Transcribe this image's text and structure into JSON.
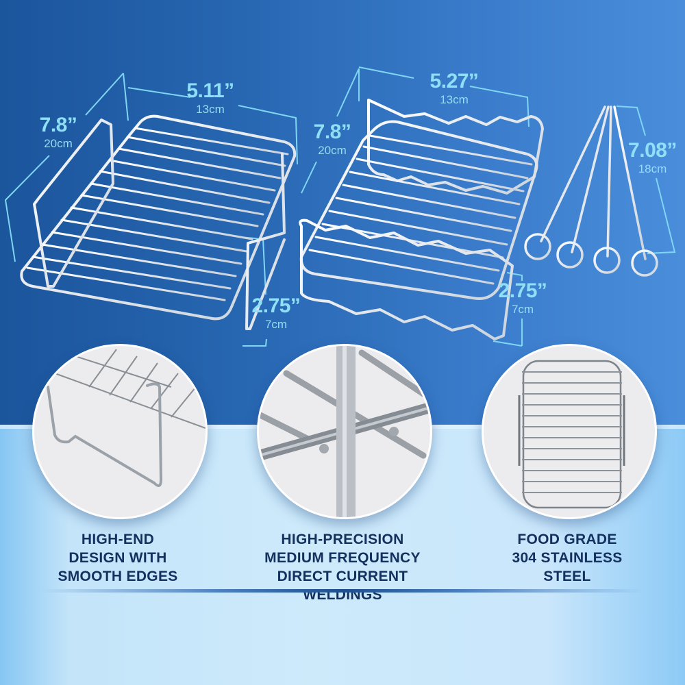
{
  "colors": {
    "top_background_left": "#1b559c",
    "top_background_right": "#4a8edb",
    "bottom_background": "#cdeafb",
    "dimension_text": "#8fe0f7",
    "feature_text": "#14305e",
    "circle_fill": "#ececee"
  },
  "dimensions": {
    "rack1_length": {
      "inches": "7.8”",
      "cm": "20cm"
    },
    "rack1_width": {
      "inches": "5.11”",
      "cm": "13cm"
    },
    "rack1_height": {
      "inches": "2.75”",
      "cm": "7cm"
    },
    "rack2_length": {
      "inches": "7.8”",
      "cm": "20cm"
    },
    "rack2_width": {
      "inches": "5.27”",
      "cm": "13cm"
    },
    "rack2_height": {
      "inches": "2.75”",
      "cm": "7cm"
    },
    "skewer_length": {
      "inches": "7.08”",
      "cm": "18cm"
    }
  },
  "products": [
    {
      "name": "rack-with-straight-legs"
    },
    {
      "name": "rack-with-wavy-legs"
    },
    {
      "name": "skewers",
      "count": 4
    }
  ],
  "features": [
    {
      "lines": [
        "HIGH-END",
        "DESIGN WITH",
        "SMOOTH EDGES"
      ]
    },
    {
      "lines": [
        "HIGH-PRECISION",
        "MEDIUM FREQUENCY",
        "DIRECT CURRENT WELDINGS"
      ]
    },
    {
      "lines": [
        "FOOD GRADE",
        "304 STAINLESS",
        "STEEL"
      ]
    }
  ]
}
